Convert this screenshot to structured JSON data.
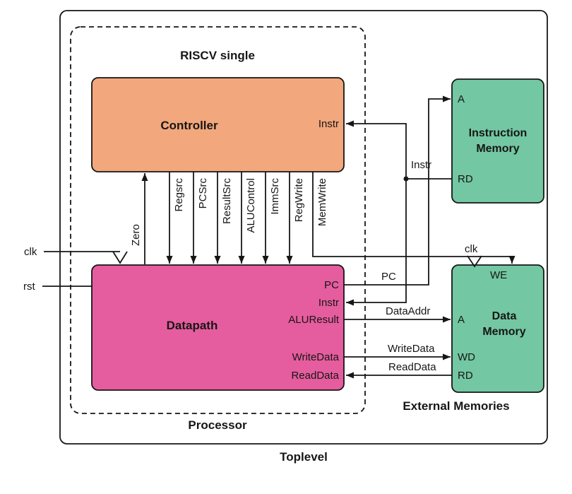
{
  "labels": {
    "toplevel": "Toplevel",
    "processor": "Processor",
    "riscv_single": "RISCV single",
    "external_memories": "External Memories"
  },
  "blocks": {
    "controller": {
      "title": "Controller",
      "port_instr": "Instr"
    },
    "datapath": {
      "title": "Datapath",
      "port_pc": "PC",
      "port_instr": "Instr",
      "port_aluresult": "ALUResult",
      "port_writedata": "WriteData",
      "port_readdata": "ReadData"
    },
    "instruction_memory": {
      "title_line1": "Instruction",
      "title_line2": "Memory",
      "port_a": "A",
      "port_rd": "RD"
    },
    "data_memory": {
      "title_line1": "Data",
      "title_line2": "Memory",
      "port_we": "WE",
      "port_a": "A",
      "port_wd": "WD",
      "port_rd": "RD"
    }
  },
  "signals": {
    "zero": "Zero",
    "regsrc": "Regsrc",
    "pcsrc": "PCSrc",
    "resultsrc": "ResultSrc",
    "alucontrol": "ALUControl",
    "immsrc": "ImmSrc",
    "regwrite": "RegWrite",
    "memwrite": "MemWrite",
    "clk": "clk",
    "clk_mem": "clk",
    "rst": "rst",
    "instr": "Instr",
    "pc": "PC",
    "dataaddr": "DataAddr",
    "writedata": "WriteData",
    "readdata": "ReadData"
  },
  "colors": {
    "controller_fill": "#f2a77c",
    "datapath_fill": "#e55d9e",
    "memory_fill": "#73c7a2",
    "line": "#161616",
    "background": "#ffffff"
  }
}
